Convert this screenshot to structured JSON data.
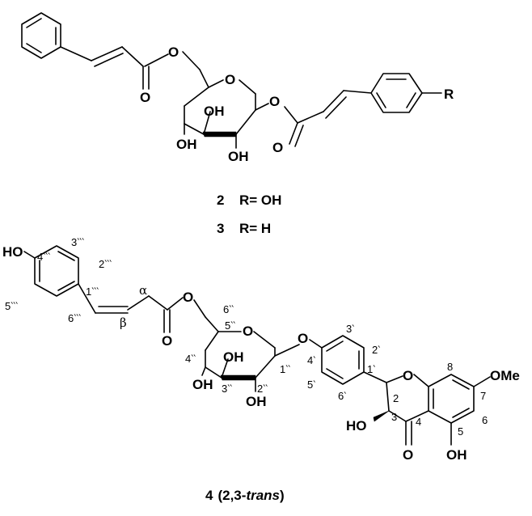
{
  "compounds_2_3": {
    "atoms": {
      "ester_o_6": "O",
      "carbonyl_o_left": "O",
      "ring_o": "O",
      "anomeric_o": "O",
      "oh_4": "OH",
      "oh_3": "OH",
      "oh_2": "OH",
      "carbonyl_o_right": "O",
      "r_group": "R"
    },
    "captions": [
      {
        "number": "2",
        "r_text": "R= OH"
      },
      {
        "number": "3",
        "r_text": "R= H"
      }
    ]
  },
  "compound_4": {
    "atoms": {
      "phenol_oh": "HO",
      "ester_o": "O",
      "carbonyl_o_left": "O",
      "ring_o": "O",
      "glyco_o": "O",
      "oh_4": "OH",
      "oh_3": "OH",
      "oh_2": "OH",
      "ring_c_o": "O",
      "ome": "OMe",
      "oh_c3": "HO",
      "keto_o": "O",
      "oh_c5": "OH"
    },
    "labels": {
      "c4_ppp": "4‵‵‵",
      "c3_ppp": "3‵‵‵",
      "c2_ppp": "2‵‵‵",
      "c1_ppp": "1‵‵‵",
      "c5_ppp": "5‵‵‵",
      "c6_ppp": "6‵‵‵",
      "alpha": "α",
      "beta": "β",
      "c6_pp": "6‵‵",
      "c5_pp": "5‵‵",
      "c4_pp": "4‵‵",
      "c3_pp": "3‵‵",
      "c2_pp": "2‵‵",
      "c1_pp": "1‵‵",
      "c4_p": "4‵",
      "c3_p": "3‵",
      "c2_p": "2‵",
      "c1_p": "1‵",
      "c5_p": "5‵",
      "c6_p": "6‵",
      "c2": "2",
      "c3": "3",
      "c4": "4",
      "c5": "5",
      "c6": "6",
      "c7": "7",
      "c8": "8"
    },
    "caption": {
      "number": "4",
      "open": "(2,3-",
      "trans": "trans",
      "close": ")"
    }
  }
}
